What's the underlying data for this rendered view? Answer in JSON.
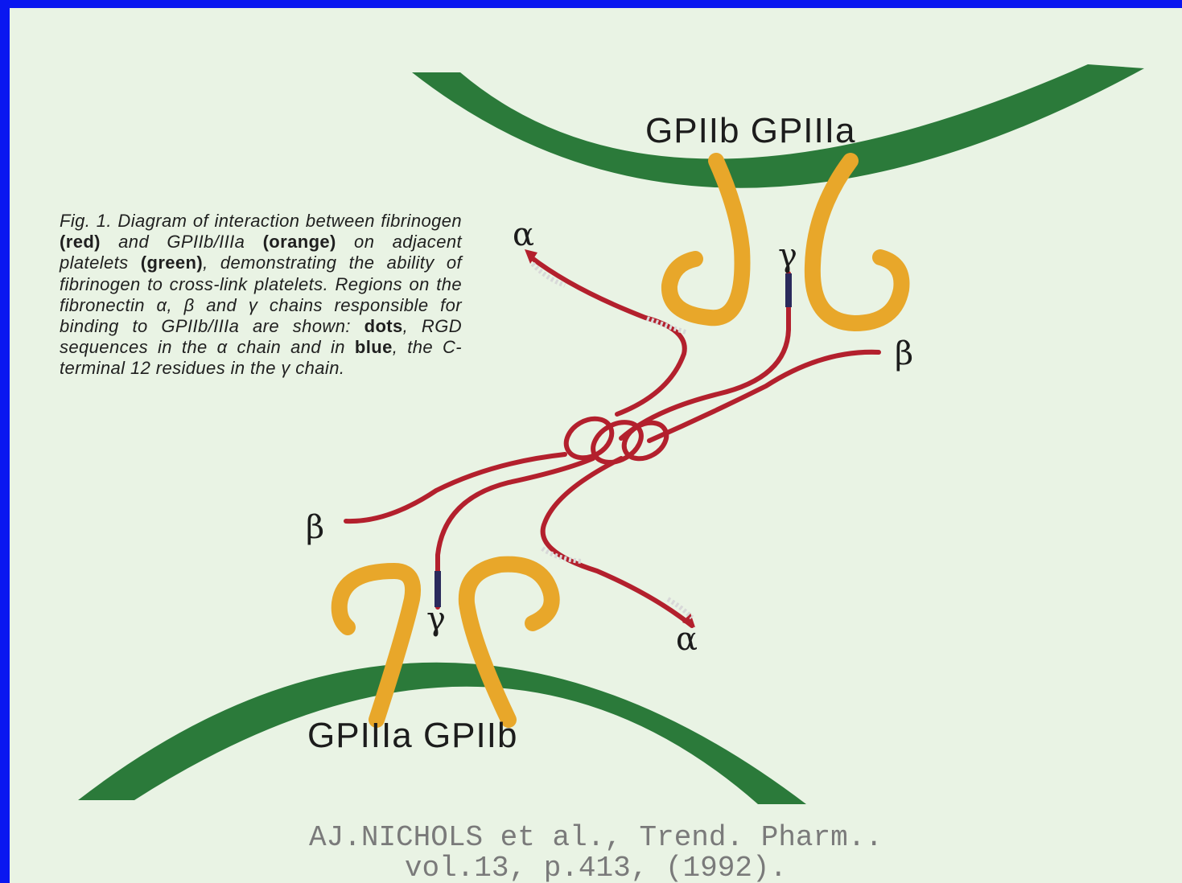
{
  "caption": {
    "fig": "Fig. 1.",
    "t1": " Diagram of interaction between fibrinogen ",
    "red": "(red)",
    "t2": " and GPIIb/IIIa ",
    "orange": "(orange)",
    "t3": " on adjacent platelets ",
    "green": "(green)",
    "t4": ", demonstrating the ability of fibrinogen to cross-link platelets. Regions on the fibronectin α, β and γ chains responsible for binding to GPIIb/IIIa are shown: ",
    "dots": "dots",
    "t5": ", RGD sequences in the α chain and in ",
    "blue": "blue",
    "t6": ", the C-terminal 12 residues in the γ chain."
  },
  "labels": {
    "top_receptor": "GPIIb GPIIIa",
    "bottom_receptor": "GPIIIa GPIIb",
    "alpha_top": "α",
    "gamma_top": "γ",
    "beta_right": "β",
    "beta_left": "β",
    "gamma_bottom": "γ",
    "alpha_bottom": "α"
  },
  "citation": {
    "line1": "AJ.NICHOLS et al., Trend. Pharm..",
    "line2": "vol.13, p.413, (1992)."
  },
  "colors": {
    "background": "#0a17f0",
    "slide": "#e9f3e4",
    "platelet_green": "#2b7a3a",
    "gpiib_iiia_orange": "#e8a72a",
    "fibrinogen_red": "#b3202d",
    "gamma_c_terminal_blue": "#2a2a5c",
    "rgd_dots": "#d8d8d8"
  }
}
